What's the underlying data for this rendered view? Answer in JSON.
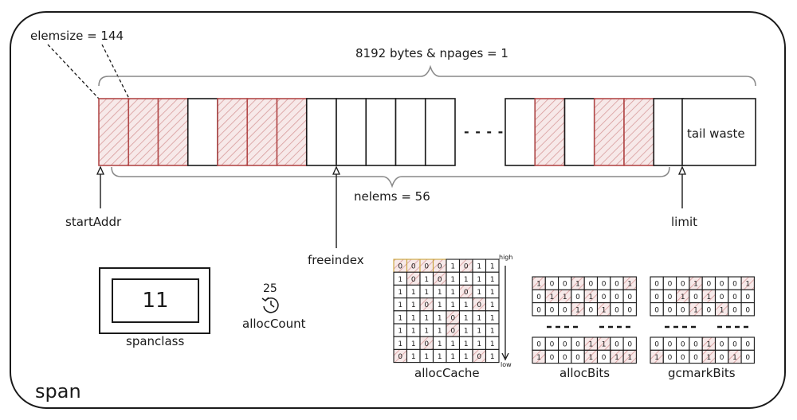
{
  "diagram": {
    "title": "span",
    "elemsize_label": "elemsize = 144",
    "bytes_label": "8192 bytes & npages = 1",
    "nelems_label": "nelems = 56",
    "ellipsis": "- - - -",
    "tail_waste": "tail waste",
    "pointers": {
      "start": "startAddr",
      "free": "freeindex",
      "limit": "limit"
    },
    "slots_left": [
      true,
      true,
      true,
      false,
      true,
      true,
      true,
      false,
      false,
      false,
      false,
      false
    ],
    "slots_right": [
      false,
      true,
      false,
      true,
      true,
      false
    ],
    "spanclass": {
      "value": "11",
      "label": "spanclass"
    },
    "alloc_count": {
      "value": "25",
      "label": "allocCount"
    },
    "alloc_cache": {
      "label": "allocCache",
      "high": "high",
      "low": "low",
      "rows": [
        [
          "0",
          "0",
          "0",
          "0",
          "1",
          "0",
          "1",
          "1"
        ],
        [
          "1",
          "0",
          "1",
          "0",
          "1",
          "1",
          "1",
          "1"
        ],
        [
          "1",
          "1",
          "1",
          "1",
          "1",
          "0",
          "1",
          "1"
        ],
        [
          "1",
          "1",
          "0",
          "1",
          "1",
          "1",
          "0",
          "1"
        ],
        [
          "1",
          "1",
          "1",
          "1",
          "0",
          "1",
          "1",
          "1"
        ],
        [
          "1",
          "1",
          "1",
          "1",
          "0",
          "1",
          "1",
          "1"
        ],
        [
          "1",
          "1",
          "0",
          "1",
          "1",
          "1",
          "1",
          "1"
        ],
        [
          "0",
          "1",
          "1",
          "1",
          "1",
          "1",
          "0",
          "1"
        ]
      ]
    },
    "alloc_bits": {
      "label": "allocBits",
      "top_rows": [
        [
          "1",
          "0",
          "0",
          "1",
          "0",
          "0",
          "0",
          "1"
        ],
        [
          "0",
          "1",
          "1",
          "0",
          "1",
          "0",
          "0",
          "0"
        ],
        [
          "0",
          "0",
          "0",
          "1",
          "0",
          "1",
          "0",
          "0"
        ]
      ],
      "bottom_rows": [
        [
          "0",
          "0",
          "0",
          "0",
          "1",
          "1",
          "0",
          "0"
        ],
        [
          "1",
          "0",
          "0",
          "0",
          "1",
          "0",
          "1",
          "1"
        ]
      ]
    },
    "gcmark_bits": {
      "label": "gcmarkBits",
      "top_rows": [
        [
          "0",
          "0",
          "0",
          "1",
          "0",
          "0",
          "0",
          "1"
        ],
        [
          "0",
          "0",
          "1",
          "0",
          "1",
          "0",
          "0",
          "0"
        ],
        [
          "0",
          "0",
          "0",
          "1",
          "0",
          "1",
          "0",
          "0"
        ]
      ],
      "bottom_rows": [
        [
          "0",
          "0",
          "0",
          "0",
          "1",
          "0",
          "0",
          "0"
        ],
        [
          "1",
          "0",
          "0",
          "0",
          "1",
          "0",
          "1",
          "0"
        ]
      ]
    }
  }
}
